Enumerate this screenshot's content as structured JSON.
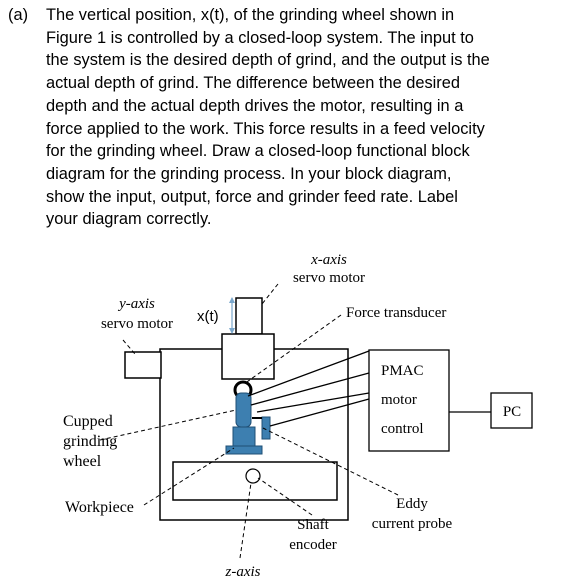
{
  "question": {
    "label": "(a)",
    "lines": [
      "The vertical position, x(t), of the grinding wheel shown in",
      "Figure 1 is controlled by a closed-loop system. The input to",
      "the system is the desired depth of grind, and the output is the",
      "actual depth of grind. The difference between the desired",
      "depth and the actual depth drives the motor, resulting in a",
      "force applied to the work. This force results in a feed velocity",
      "for the grinding wheel.  Draw a closed-loop functional block",
      "diagram for the grinding process. In your block diagram,",
      "show the input, output, force and grinder feed rate. Label",
      "your diagram correctly."
    ]
  },
  "figure": {
    "x_axis_label_1": "x-axis",
    "x_axis_label_2": "servo motor",
    "y_axis_label_1": "y-axis",
    "y_axis_label_2": "servo motor",
    "xt_label": "x(t)",
    "force_transducer": "Force transducer",
    "pmac_1": "PMAC",
    "pmac_2": "motor",
    "pmac_3": "control",
    "pc": "PC",
    "cupped_1": "Cupped",
    "cupped_2": "grinding",
    "cupped_3": "wheel",
    "workpiece": "Workpiece",
    "shaft_1": "Shaft",
    "shaft_2": "encoder",
    "eddy_1": "Eddy",
    "eddy_2": "current probe",
    "z_axis": "z-axis",
    "accent_blue": "#3d7fb0"
  }
}
